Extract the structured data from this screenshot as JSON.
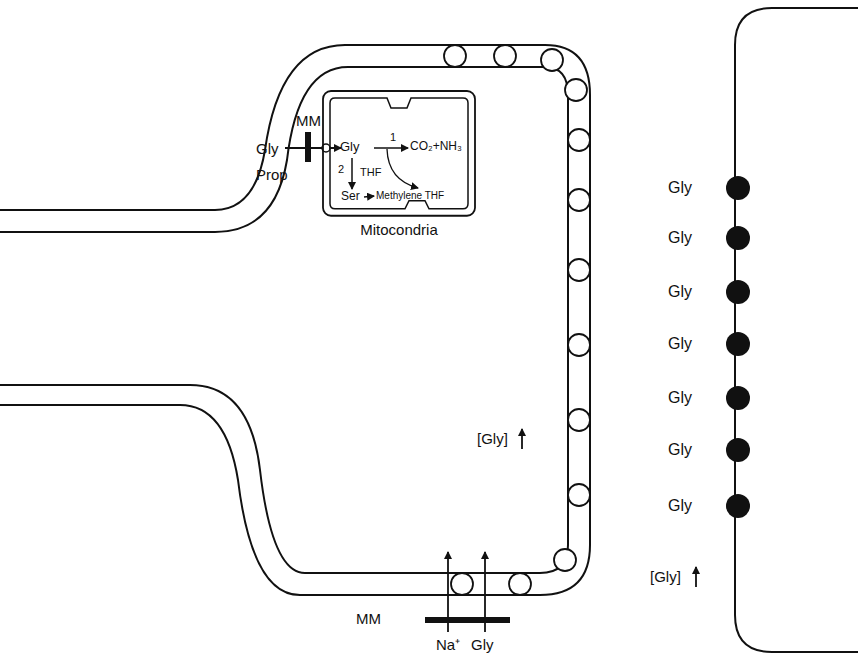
{
  "diagram": {
    "nodes": [
      {
        "text": [
          "Mitocondria"
        ]
      }
    ],
    "labels": [
      "MM",
      "Gly",
      "Prop",
      "Gly",
      "1",
      "CO₂+NH₃",
      "THF",
      "2",
      "Ser",
      "Methylene THF",
      "[Gly]",
      "Gly",
      "Gly",
      "Gly",
      "Gly",
      "Gly",
      "Gly",
      "Gly",
      "[Gly]",
      "MM",
      "Na⁺",
      "Gly"
    ]
  }
}
